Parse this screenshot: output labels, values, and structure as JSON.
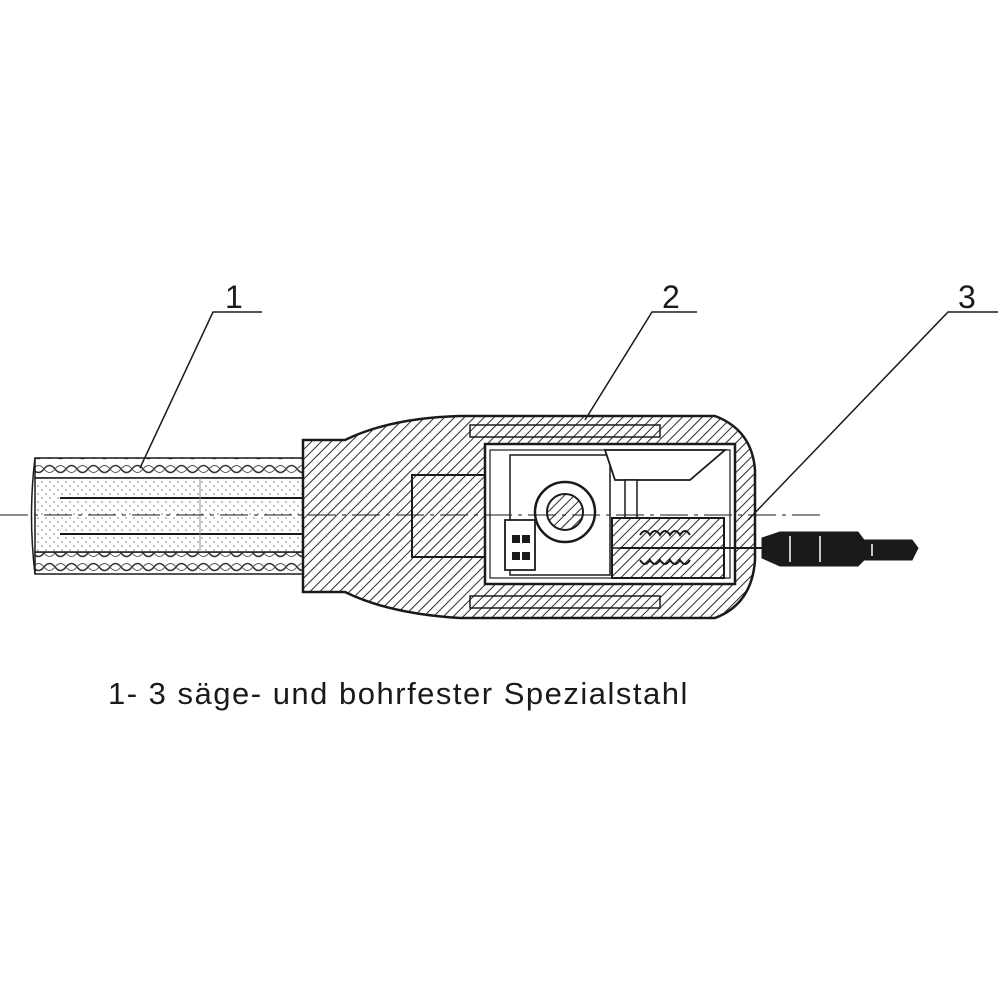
{
  "callouts": {
    "cable": "1",
    "lock_body": "2",
    "key": "3"
  },
  "caption": "1- 3 säge- und bohrfester Spezialstahl",
  "colors": {
    "ink": "#1a1a1a",
    "hatch": "#2b2b2b",
    "background": "#ffffff"
  }
}
